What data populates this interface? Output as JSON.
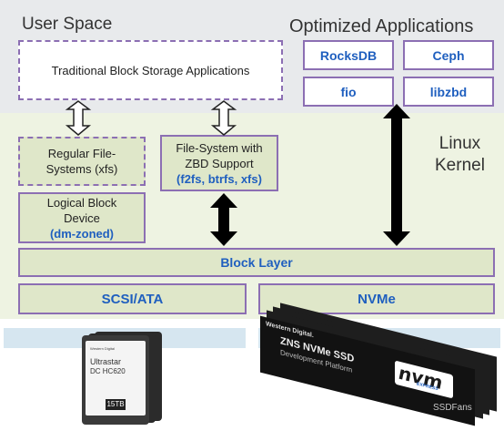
{
  "bands": {
    "user_space": "User Space",
    "optimized_apps": "Optimized Applications",
    "linux_kernel_line1": "Linux",
    "linux_kernel_line2": "Kernel"
  },
  "user_apps": {
    "traditional": "Traditional Block Storage Applications",
    "optimized": [
      "RocksDB",
      "Ceph",
      "fio",
      "libzbd"
    ]
  },
  "kernel": {
    "regular_fs_line1": "Regular File-",
    "regular_fs_line2": "Systems (xfs)",
    "zbd_fs_line1": "File-System with",
    "zbd_fs_line2": "ZBD Support",
    "zbd_fs_line3": "(f2fs, btrfs, xfs)",
    "logical_block_line1": "Logical Block",
    "logical_block_line2": "Device",
    "logical_block_line3": "(dm-zoned)",
    "block_layer": "Block Layer",
    "scsi_ata": "SCSI/ATA",
    "nvme": "NVMe"
  },
  "hardware": {
    "hdd_brand": "Western Digital",
    "hdd_model_line1": "Ultrastar",
    "hdd_model_line2": "DC HC620",
    "hdd_capacity": "15TB",
    "ssd_brand": "Western Digital.",
    "ssd_title": "ZNS NVMe SSD",
    "ssd_subtitle": "Development Platform",
    "nvm_logo": "nvm",
    "nvm_logo_sub": "EXPRESS"
  },
  "watermark": "SSDFans",
  "colors": {
    "user_band": "#e8eaec",
    "kernel_band": "#eef3e2",
    "box_fill": "#dfe7c9",
    "border": "#8c6fb3",
    "accent_blue": "#1f5fbf"
  }
}
